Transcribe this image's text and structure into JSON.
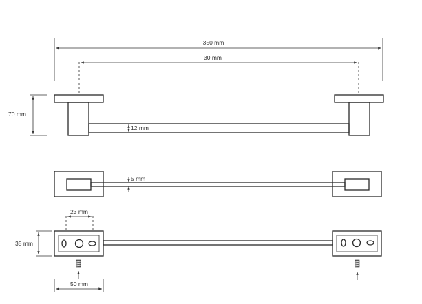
{
  "dimensions": {
    "overall_length": "350 mm",
    "inner_length": "30 mm",
    "height": "70 mm",
    "bar_thickness": "12 mm",
    "bar_depth": "5 mm",
    "bracket_width": "23 mm",
    "plate_height": "35 mm",
    "plate_width": "50 mm"
  },
  "colors": {
    "line": "#2a2a2a",
    "background": "#ffffff"
  }
}
